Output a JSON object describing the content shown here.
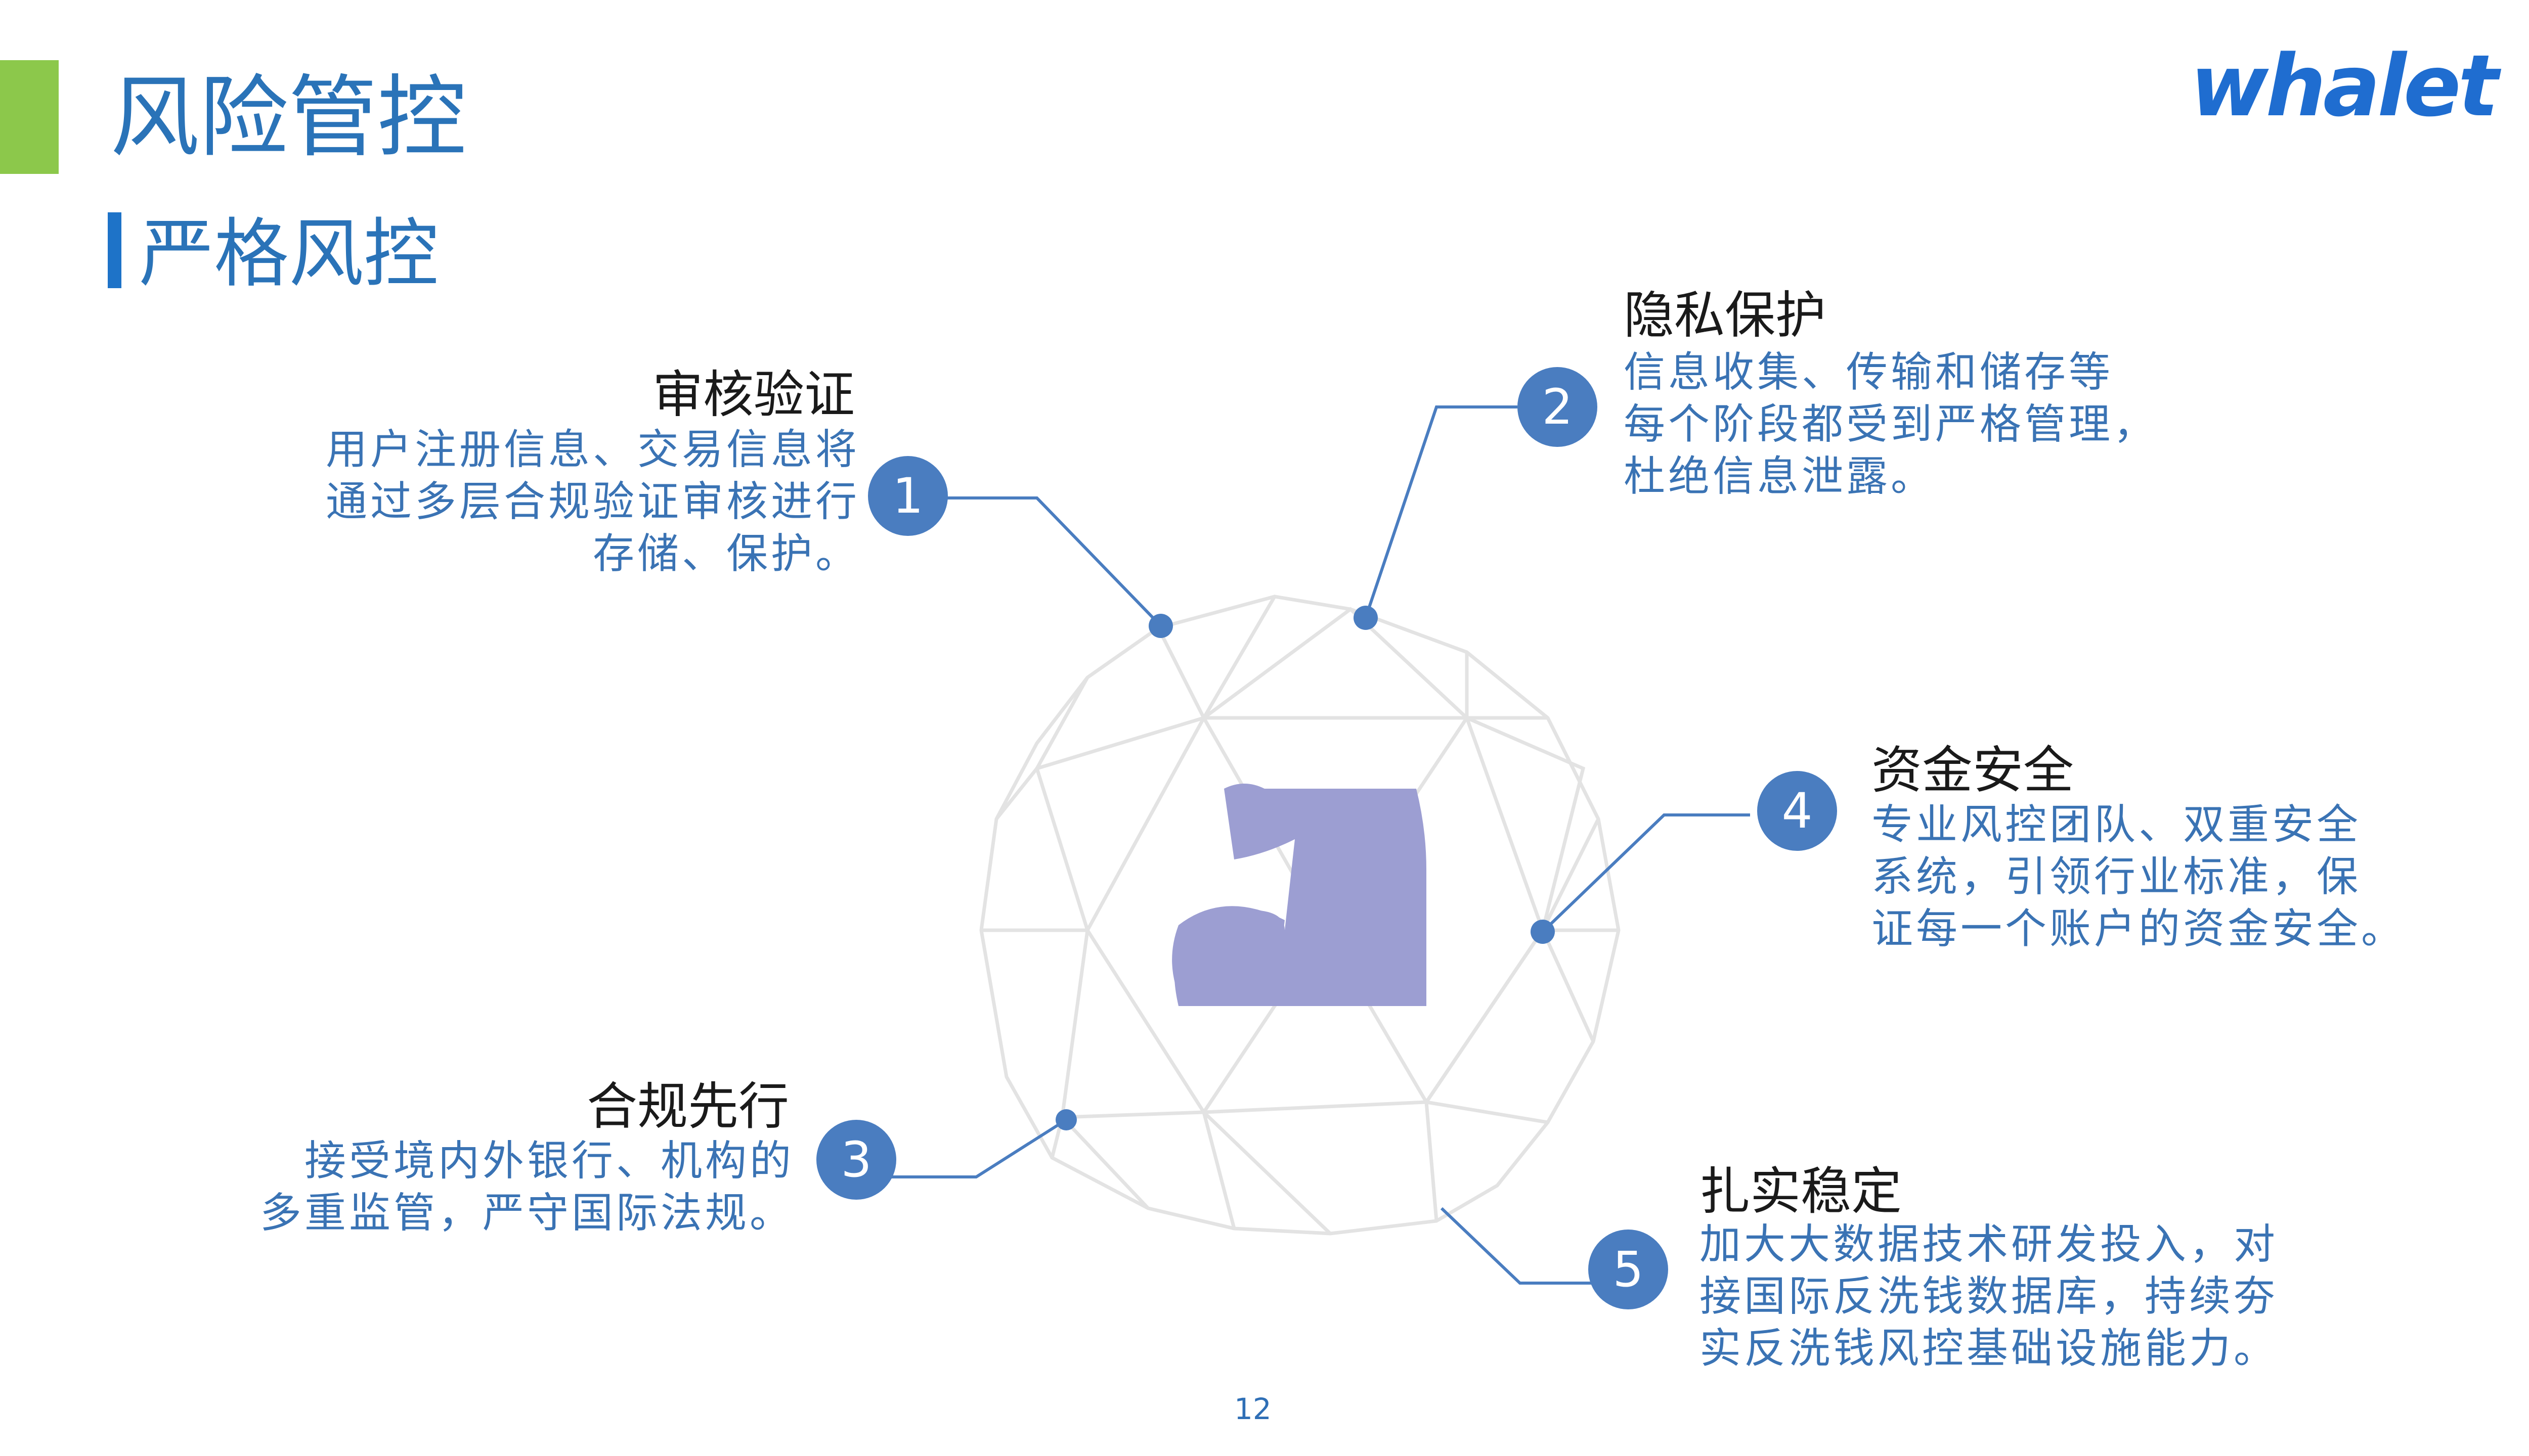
{
  "header": {
    "title": "风险管控",
    "section_title": "严格风控",
    "logo_text": "whalet"
  },
  "features": [
    {
      "number": "1",
      "title": "审核验证",
      "lines": [
        "用户注册信息、交易信息将",
        "通过多层合规验证审核进行",
        "存储、保护。"
      ]
    },
    {
      "number": "2",
      "title": "隐私保护",
      "lines": [
        "信息收集、传输和储存等",
        "每个阶段都受到严格管理，",
        "杜绝信息泄露。"
      ]
    },
    {
      "number": "3",
      "title": "合规先行",
      "lines": [
        "接受境内外银行、机构的",
        "多重监管，严守国际法规。"
      ]
    },
    {
      "number": "4",
      "title": "资金安全",
      "lines": [
        "专业风控团队、双重安全",
        "系统，引领行业标准，保",
        "证每一个账户的资金安全。"
      ]
    },
    {
      "number": "5",
      "title": "扎实稳定",
      "lines": [
        "加大大数据技术研发投入，对",
        "接国际反洗钱数据库，持续夯",
        "实反洗钱风控基础设施能力。"
      ]
    }
  ],
  "footer": {
    "page_number": "12"
  },
  "colors": {
    "accent_blue": "#2a73b8",
    "badge_blue": "#4a7dc0",
    "green_bar": "#8cc84b",
    "logo_purple": "#9c9ed2",
    "wireframe_gray": "#e3e3e3"
  }
}
